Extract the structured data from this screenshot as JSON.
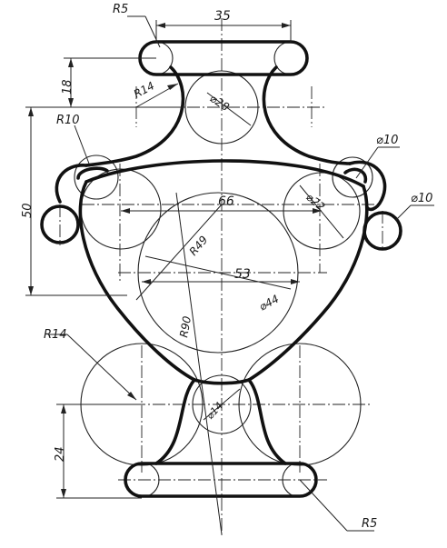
{
  "drawing": {
    "dimensions": [
      {
        "id": "r5-top",
        "text": "R5"
      },
      {
        "id": "w35",
        "text": "35"
      },
      {
        "id": "h18",
        "text": "18"
      },
      {
        "id": "r14-neck",
        "text": "R14"
      },
      {
        "id": "d28",
        "text": "⌀28"
      },
      {
        "id": "r10",
        "text": "R10"
      },
      {
        "id": "d10-upper",
        "text": "⌀10"
      },
      {
        "id": "d10-right",
        "text": "⌀10"
      },
      {
        "id": "h50",
        "text": "50"
      },
      {
        "id": "w66",
        "text": "66"
      },
      {
        "id": "d22",
        "text": "⌀22"
      },
      {
        "id": "r49",
        "text": "R49"
      },
      {
        "id": "w53",
        "text": "53"
      },
      {
        "id": "r90",
        "text": "R90"
      },
      {
        "id": "d44",
        "text": "⌀44"
      },
      {
        "id": "r14-foot",
        "text": "R14"
      },
      {
        "id": "d14",
        "text": "⌀14"
      },
      {
        "id": "h24",
        "text": "24"
      },
      {
        "id": "r5-bottom",
        "text": "R5"
      }
    ]
  }
}
